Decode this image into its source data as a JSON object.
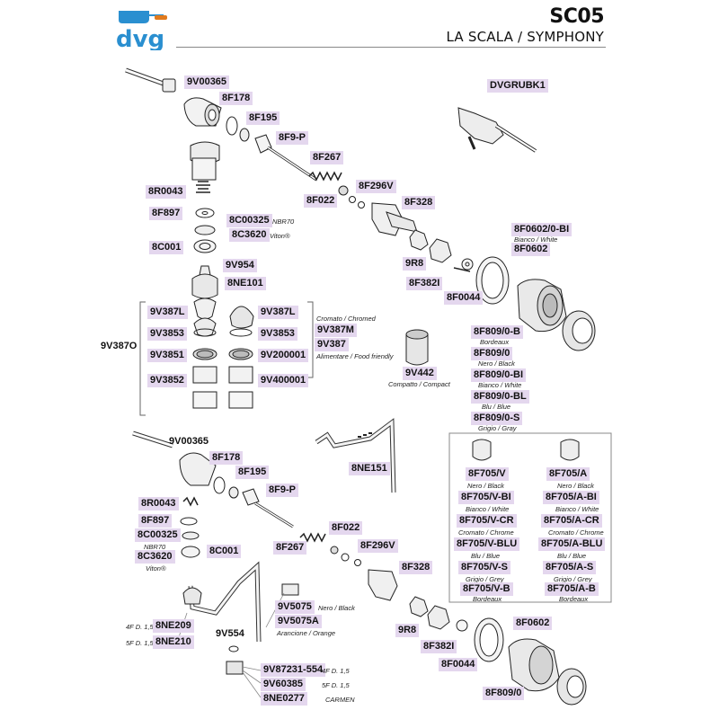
{
  "header": {
    "logo_text": "dvg",
    "code": "SC05",
    "title": "LA SCALA / SYMPHONY"
  },
  "parts": {
    "p9V00365_a": "9V00365",
    "p8F178_a": "8F178",
    "p8F195_a": "8F195",
    "p8F9P_a": "8F9-P",
    "p8F267_a": "8F267",
    "p8F296V_a": "8F296V",
    "p8F022_a": "8F022",
    "p8F328_a": "8F328",
    "p9R8_a": "9R8",
    "p8F382I_a": "8F382I",
    "p8F0044_a": "8F0044",
    "pDVGRUBK1": "DVGRUBK1",
    "p8R0043_a": "8R0043",
    "p8F897_a": "8F897",
    "p8C00325_a": "8C00325",
    "p8C3620_a": "8C3620",
    "p8C001_a": "8C001",
    "p9V954": "9V954",
    "p8NE101": "8NE101",
    "p9V387L_l": "9V387L",
    "p9V387L_r": "9V387L",
    "p9V3853_l": "9V3853",
    "p9V3853_r": "9V3853",
    "p9V3851": "9V3851",
    "p9V200001": "9V200001",
    "p9V3852": "9V3852",
    "p9V400001": "9V400001",
    "p9V387O": "9V387O",
    "p9V387M": "9V387M",
    "p9V387": "9V387",
    "p9V442": "9V442",
    "p8F0602_0BI": "8F0602/0-BI",
    "p8F0602_a": "8F0602",
    "p8F809_0B": "8F809/0-B",
    "p8F809_0_a": "8F809/0",
    "p8F809_0BI": "8F809/0-BI",
    "p8F809_0BL": "8F809/0-BL",
    "p8F809_0S": "8F809/0-S",
    "p8F705V": "8F705/V",
    "p8F705A": "8F705/A",
    "p8F705VBI": "8F705/V-BI",
    "p8F705ABI": "8F705/A-BI",
    "p8F705VCR": "8F705/V-CR",
    "p8F705ACR": "8F705/A-CR",
    "p8F705VBLU": "8F705/V-BLU",
    "p8F705ABLU": "8F705/A-BLU",
    "p8F705VS": "8F705/V-S",
    "p8F705AS": "8F705/A-S",
    "p8F705VB": "8F705/V-B",
    "p8F705AB": "8F705/A-B",
    "p9V00365_b": "9V00365",
    "p8NE151": "8NE151",
    "p8F178_b": "8F178",
    "p8F195_b": "8F195",
    "p8F9P_b": "8F9-P",
    "p8R0043_b": "8R0043",
    "p8F897_b": "8F897",
    "p8C00325_b": "8C00325",
    "p8C3620_b": "8C3620",
    "p8C001_b": "8C001",
    "p8F022_b": "8F022",
    "p8F267_b": "8F267",
    "p8F296V_b": "8F296V",
    "p8F328_b": "8F328",
    "p9V5075": "9V5075",
    "p9V5075A": "9V5075A",
    "p8NE209": "8NE209",
    "p8NE210": "8NE210",
    "p9V554": "9V554",
    "p9V87231": "9V87231-554",
    "p9V60385": "9V60385",
    "p8NE0277": "8NE0277",
    "p9R8_b": "9R8",
    "p8F0602_b": "8F0602",
    "p8F382I_b": "8F382I",
    "p8F0044_b": "8F0044",
    "p8F809_0_b": "8F809/0"
  },
  "notes": {
    "nbr70_a": "NBR70",
    "viton_a": "Viton®",
    "cromato": "Cromato / Chromed",
    "alimentare": "Alimentare / Food friendly",
    "compatto": "Compatto / Compact",
    "bianco_white_a": "Bianco / White",
    "bordeaux_a": "Bordeaux",
    "nero_black_a": "Nero / Black",
    "bianco_white_b": "Bianco / White",
    "blu_blue_a": "Blu / Blue",
    "grigio_gray": "Grigio / Gray",
    "v_nero": "Nero / Black",
    "a_nero": "Nero / Black",
    "v_bianco": "Bianco / White",
    "a_bianco": "Bianco / White",
    "v_cromato": "Cromato / Chrome",
    "a_cromato": "Cromato / Chrome",
    "v_blu": "Blu / Blue",
    "a_blu": "Blu / Blue",
    "v_grigio": "Grigio / Grey",
    "a_grigio": "Grigio / Grey",
    "v_bordeaux": "Bordeaux",
    "a_bordeaux": "Bordeaux",
    "nbr70_b": "NBR70",
    "viton_b": "Viton®",
    "nero_black_5075": "Nero / Black",
    "arancione": "Arancione / Orange",
    "fd4": "4F D. 1,5",
    "fd5": "5F D. 1,5",
    "fd4_b": "4F D. 1,5",
    "fd5_b": "5F D. 1,5",
    "carmen": "CARMEN"
  },
  "colors": {
    "label_bg": "#e4d7ee",
    "logo_blue": "#2a8fd0",
    "logo_orange": "#e07a1e"
  }
}
